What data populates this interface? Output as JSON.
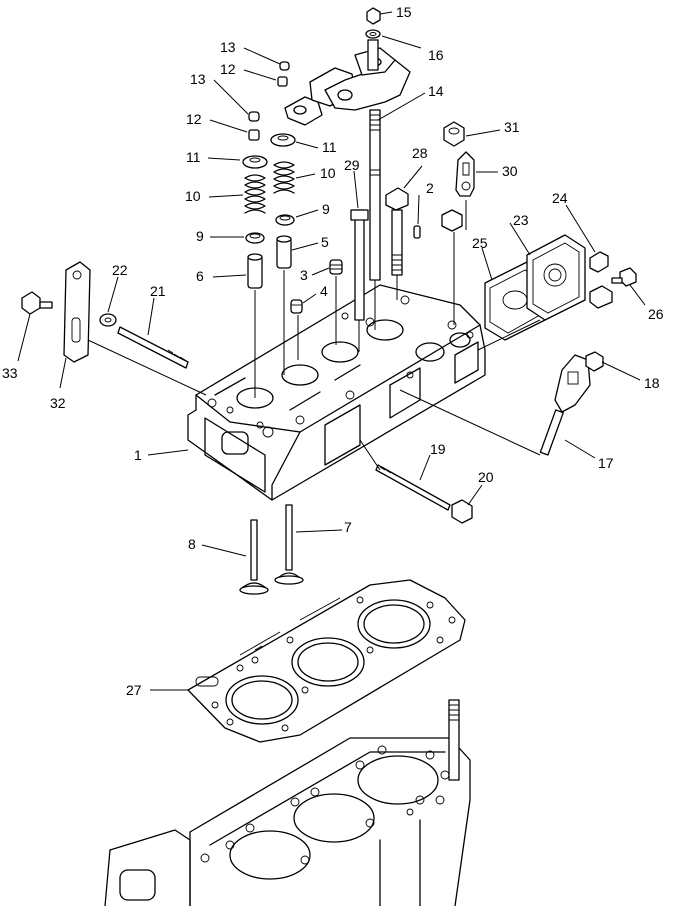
{
  "labels": {
    "l1": "1",
    "l2": "2",
    "l3": "3",
    "l4": "4",
    "l5": "5",
    "l6": "6",
    "l7": "7",
    "l8": "8",
    "l9a": "9",
    "l9b": "9",
    "l10a": "10",
    "l10b": "10",
    "l11a": "11",
    "l11b": "11",
    "l12a": "12",
    "l12b": "12",
    "l13a": "13",
    "l13b": "13",
    "l14": "14",
    "l15": "15",
    "l16": "16",
    "l17": "17",
    "l18": "18",
    "l19": "19",
    "l20": "20",
    "l21": "21",
    "l22": "22",
    "l23": "23",
    "l24": "24",
    "l25": "25",
    "l26": "26",
    "l27": "27",
    "l28": "28",
    "l29": "29",
    "l30": "30",
    "l31": "31",
    "l32": "32",
    "l33": "33"
  },
  "colors": {
    "line": "#000000",
    "background": "#ffffff"
  }
}
